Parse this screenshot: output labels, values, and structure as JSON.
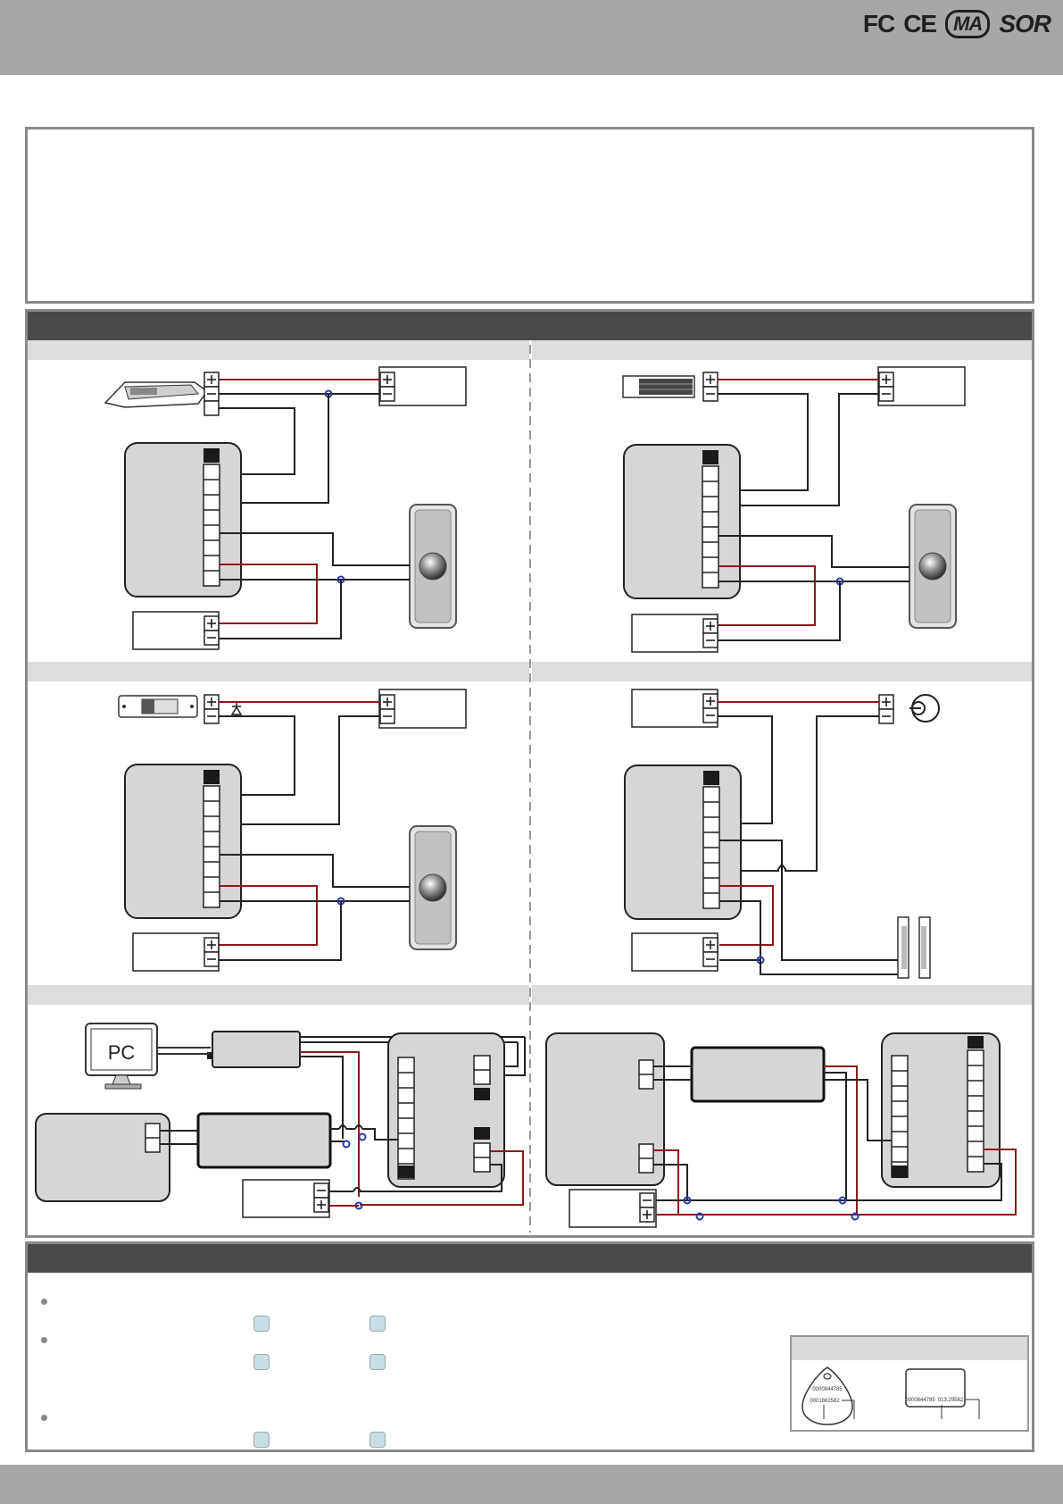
{
  "header": {
    "cert_marks": [
      "FC",
      "CE",
      "MA",
      "SOR"
    ]
  },
  "diagrams": {
    "pc_label": "PC",
    "terminal_plus": "+",
    "terminal_minus": "−"
  },
  "card_panel": {
    "keyfob_numbers": [
      "0000844785",
      "0001662582"
    ],
    "card_numbers": [
      "0000844785",
      "013,29582"
    ]
  }
}
